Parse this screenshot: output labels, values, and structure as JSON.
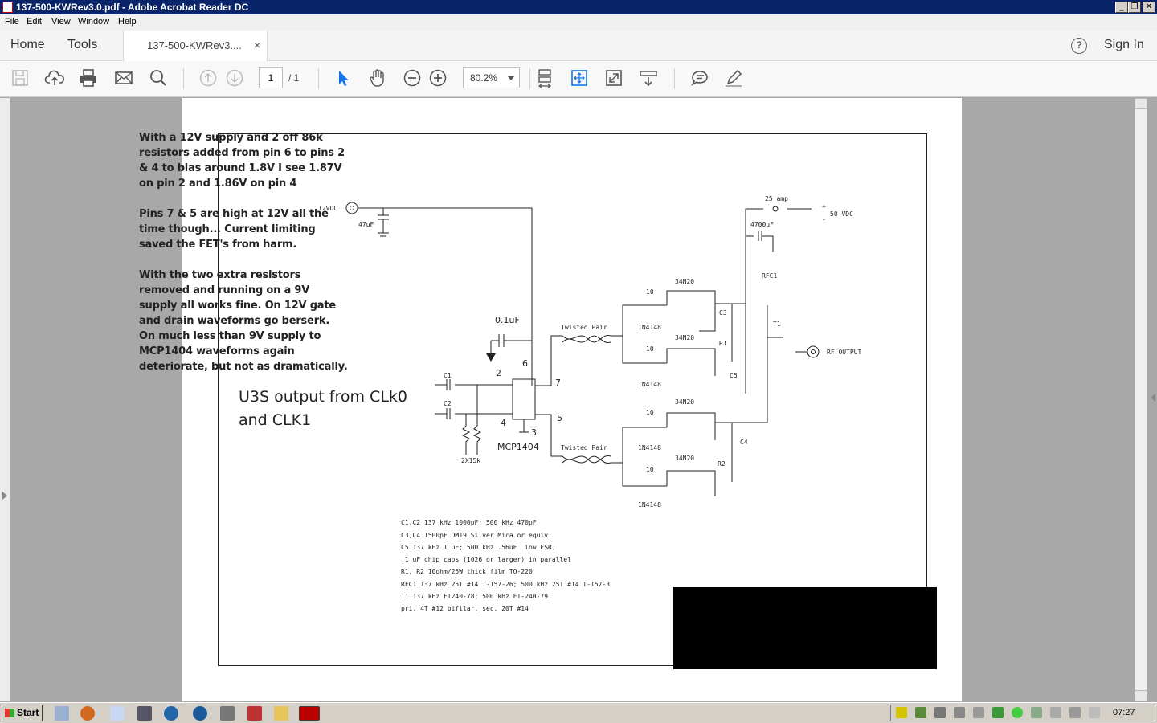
{
  "window": {
    "title": "137-500-KWRev3.0.pdf - Adobe Acrobat Reader DC",
    "controls": [
      "_",
      "❐",
      "✕"
    ]
  },
  "menu": [
    "File",
    "Edit",
    "View",
    "Window",
    "Help"
  ],
  "nav": {
    "home": "Home",
    "tools": "Tools",
    "doc_tab": "137-500-KWRev3....",
    "tab_close": "×",
    "help": "?",
    "sign_in": "Sign In"
  },
  "toolbar": {
    "icons": [
      "save-icon",
      "upload-icon",
      "print-icon",
      "email-icon",
      "search-icon",
      "page-up-icon",
      "page-down-icon",
      "select-cursor-icon",
      "hand-icon",
      "zoom-out-icon",
      "zoom-in-icon",
      "scroll-mode-icon",
      "fit-page-icon",
      "full-screen-icon",
      "read-mode-icon",
      "comment-icon",
      "highlight-pen-icon"
    ],
    "page_current": "1",
    "page_total": "/ 1",
    "zoom": "80.2%"
  },
  "document": {
    "note": "With a 12V supply and 2 off 86k resistors added from pin 6 to pins 2 & 4 to bias around 1.8V I see 1.87V on pin 2 and 1.86V on pin 4\n\nPins 7 & 5 are high at 12V all the time though... Current limiting saved the FET's from harm.\n\nWith the two extra resistors removed and running on a 9V supply all works fine. On 12V gate and drain waveforms go berserk. On much less than 9V supply to MCP1404 waveforms again deteriorate, but not as dramatically.",
    "u3s_note": "U3S output from CLk0\nand CLK1",
    "schematic_labels": {
      "v12": "12VDC",
      "c47": "47uF",
      "c01": "0.1uF",
      "pin2": "2",
      "pin6": "6",
      "pin7": "7",
      "pin4": "4",
      "pin3": "3",
      "pin5": "5",
      "c1": "C1",
      "c2": "C2",
      "res": "2X15k",
      "mcp": "MCP1404",
      "tp1": "Twisted Pair",
      "tp2": "Twisted Pair",
      "fuse": "25 amp",
      "c4700": "4700uF",
      "vdc50": "50 VDC",
      "plus": "+",
      "minus": "-",
      "rfc1": "RFC1",
      "c3": "C3",
      "r1": "R1",
      "c5": "C5",
      "t1": "T1",
      "rfout": "RF OUTPUT",
      "c4": "C4",
      "r2": "R2",
      "fet": "34N20",
      "res10": "10",
      "diode": "1N4148"
    },
    "parts_list": [
      "C1,C2 137 kHz 1000pF; 500 kHz 470pF",
      "C3,C4 1500pF DM19 Silver Mica or equiv.",
      "C5 137 kHz 1 uF; 500 kHz .56uF  low ESR,",
      ".1 uF chip caps (1026 or larger) in parallel",
      "R1, R2 10ohm/25W thick film TO-220",
      "RFC1 137 kHz 25T #14 T-157-26; 500 kHz 25T #14 T-157-3",
      "T1 137 kHz FT240-78; 500 kHz FT-240-79",
      "pri. 4T #12 bifilar, sec. 20T #14"
    ]
  },
  "taskbar": {
    "start": "Start",
    "clock": "07:27"
  }
}
